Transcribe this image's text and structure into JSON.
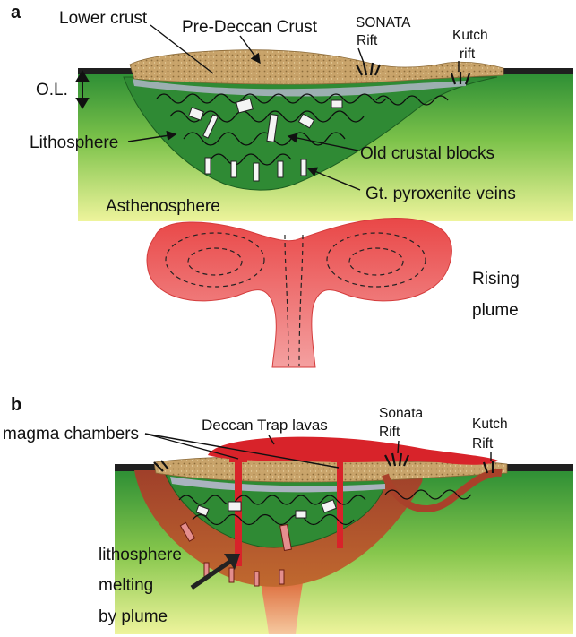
{
  "panel_a": {
    "letter": "a",
    "labels": {
      "lower_crust": "Lower crust",
      "pre_deccan_crust": "Pre-Deccan Crust",
      "sonata_rift_line1": "SONATA",
      "sonata_rift_line2": "Rift",
      "kutch_rift_line1": "Kutch",
      "kutch_rift_line2": "rift",
      "ol": "O.L.",
      "lithosphere": "Lithosphere",
      "old_crustal_blocks": "Old crustal blocks",
      "asthenosphere": "Asthenosphere",
      "gt_pyroxenite_veins": "Gt. pyroxenite veins",
      "rising_plume_line1": "Rising",
      "rising_plume_line2": "plume"
    }
  },
  "panel_b": {
    "letter": "b",
    "labels": {
      "magma_chambers": "magma chambers",
      "deccan_trap_lavas": "Deccan Trap lavas",
      "sonata_rift_line1": "Sonata",
      "sonata_rift_line2": "Rift",
      "kutch_rift_line1": "Kutch",
      "kutch_rift_line2": "Rift",
      "melting_line1": "lithosphere",
      "melting_line2": "melting",
      "melting_line3": "by plume"
    }
  },
  "colors": {
    "crust": "#c8a36a",
    "lithosphere": "#2f8a34",
    "asthenosphere_top": "#3a9a3c",
    "asthenosphere_bottom": "#f0f5a0",
    "plume": "#ec5252",
    "lava": "#d8232a",
    "plume_head_b": "#a9412a",
    "surface": "#222222"
  }
}
